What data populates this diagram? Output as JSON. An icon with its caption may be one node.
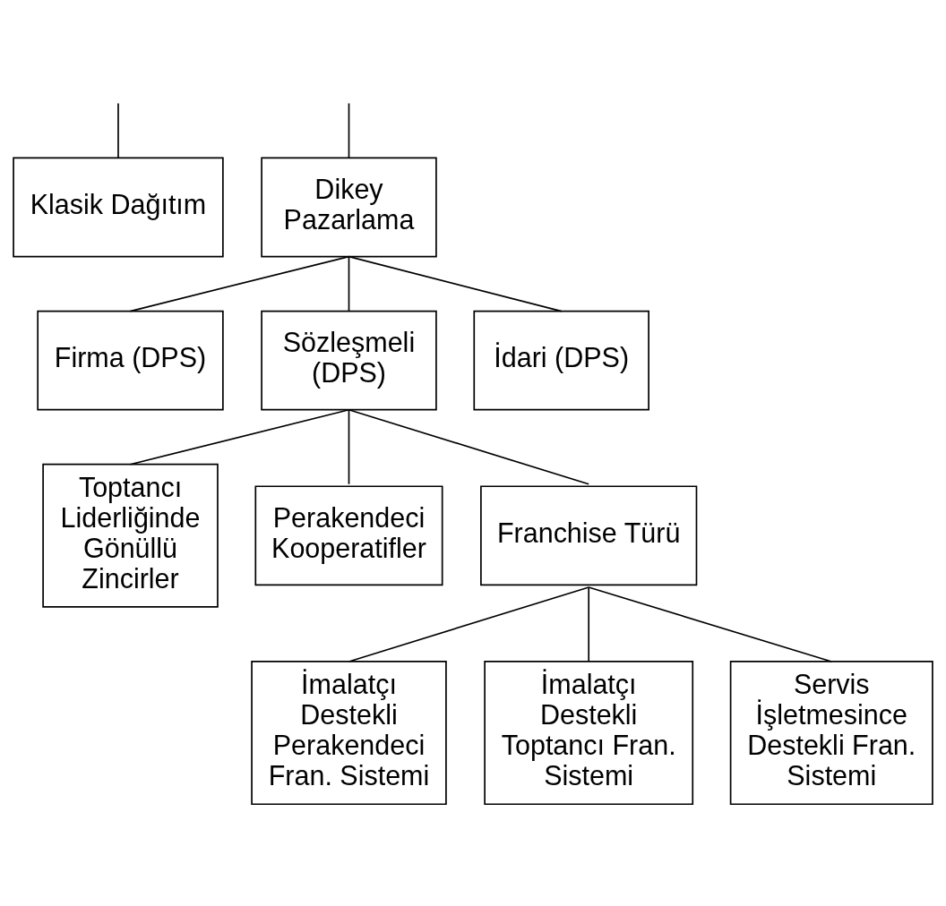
{
  "diagram": {
    "nodes": [
      {
        "text": [
          "Klasik Dağıtım"
        ]
      },
      {
        "text": [
          "Dikey Pazarlama"
        ]
      },
      {
        "text": [
          "Firma (DPS)"
        ]
      },
      {
        "text": [
          "Sözleşmeli (DPS)"
        ]
      },
      {
        "text": [
          "İdari (DPS)"
        ]
      },
      {
        "text": [
          "Toptancı Liderliğinde Gönüllü Zincirler"
        ]
      },
      {
        "text": [
          "Perakendeci Kooperatifler"
        ]
      },
      {
        "text": [
          "Franchise Türü"
        ]
      },
      {
        "text": [
          "İmalatçı Destekli Perakendeci Fran. Sistemi"
        ]
      },
      {
        "text": [
          "İmalatçı Destekli Toptancı Fran. Sistemi"
        ]
      },
      {
        "text": [
          "Servis İşletmesince Destekli Fran. Sistemi"
        ]
      }
    ],
    "edges": [
      {
        "from": null,
        "to": 0,
        "arrow": "none"
      },
      {
        "from": null,
        "to": 1,
        "arrow": "none"
      },
      {
        "from": 1,
        "to": 2,
        "arrow": "none"
      },
      {
        "from": 1,
        "to": 3,
        "arrow": "none"
      },
      {
        "from": 1,
        "to": 4,
        "arrow": "none"
      },
      {
        "from": 3,
        "to": 5,
        "arrow": "none"
      },
      {
        "from": 3,
        "to": 6,
        "arrow": "none"
      },
      {
        "from": 3,
        "to": 7,
        "arrow": "none"
      },
      {
        "from": 7,
        "to": 8,
        "arrow": "none"
      },
      {
        "from": 7,
        "to": 9,
        "arrow": "none"
      },
      {
        "from": 7,
        "to": 10,
        "arrow": "none"
      }
    ]
  }
}
